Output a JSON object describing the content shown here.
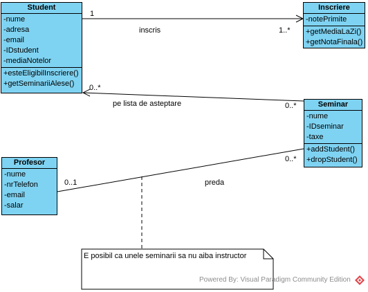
{
  "classes": {
    "student": {
      "name": "Student",
      "attributes": [
        "-nume",
        "-adresa",
        "-email",
        "-IDstudent",
        "-mediaNotelor"
      ],
      "operations": [
        "+esteEligibilInscriere()",
        "+getSeminariiAlese()"
      ]
    },
    "inscriere": {
      "name": "Inscriere",
      "attributes": [
        "-notePrimite"
      ],
      "operations": [
        "+getMediaLaZi()",
        "+getNotaFinala()"
      ]
    },
    "seminar": {
      "name": "Seminar",
      "attributes": [
        "-nume",
        "-IDseminar",
        "-taxe"
      ],
      "operations": [
        "+addStudent()",
        "+dropStudent()"
      ]
    },
    "profesor": {
      "name": "Profesor",
      "attributes": [
        "-nume",
        "-nrTelefon",
        "-email",
        "-salar"
      ]
    }
  },
  "associations": {
    "inscris": {
      "name": "inscris",
      "student_mult": "1",
      "inscriere_mult": "1..*"
    },
    "asteptare": {
      "name": "pe lista de asteptare",
      "student_mult": "0..*",
      "seminar_mult": "0..*"
    },
    "preda": {
      "name": "preda",
      "profesor_mult": "0..1",
      "seminar_mult": "0..*"
    }
  },
  "note": {
    "text": "E posibil ca unele seminarii sa nu aiba instructor"
  },
  "watermark": {
    "text": "Powered By: Visual Paradigm Community Edition"
  },
  "colors": {
    "class_fill": "#7fd3f2",
    "line": "#000000",
    "watermark_logo": "#e0474c"
  }
}
